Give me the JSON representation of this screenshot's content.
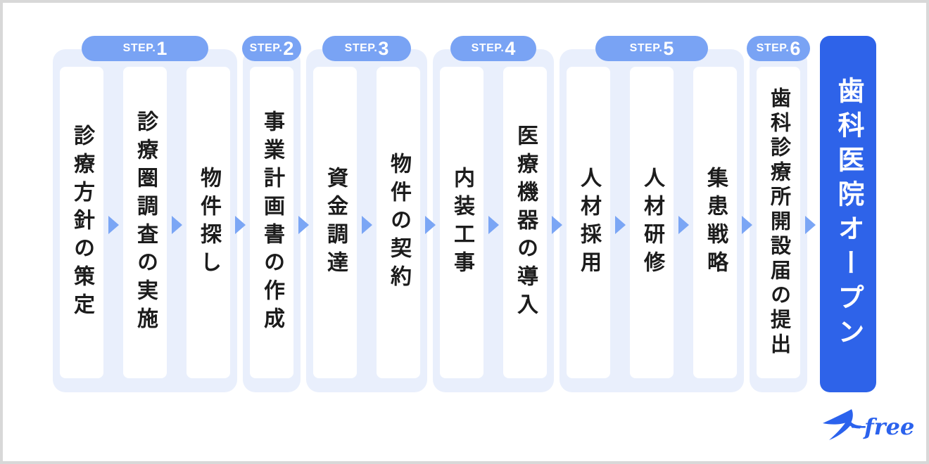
{
  "steps": [
    {
      "prefix": "STEP.",
      "number": "1",
      "items": [
        "診療方針の策定",
        "診療圏調査の実施",
        "物件探し"
      ]
    },
    {
      "prefix": "STEP.",
      "number": "2",
      "items": [
        "事業計画書の作成"
      ]
    },
    {
      "prefix": "STEP.",
      "number": "3",
      "items": [
        "資金調達",
        "物件の契約"
      ]
    },
    {
      "prefix": "STEP.",
      "number": "4",
      "items": [
        "内装工事",
        "医療機器の導入"
      ]
    },
    {
      "prefix": "STEP.",
      "number": "5",
      "items": [
        "人材採用",
        "人材研修",
        "集患戦略"
      ]
    },
    {
      "prefix": "STEP.",
      "number": "6",
      "items": [
        "歯科診療所開設届の提出"
      ]
    }
  ],
  "goal": {
    "label": "歯科医院オープン"
  },
  "logo": {
    "text": "freee",
    "icon": "swallow-icon"
  },
  "colors": {
    "panel": "#e9effc",
    "badge": "#79a3f4",
    "arrow": "#7ba6f5",
    "goal_bg": "#2e63e9",
    "goal_text": "#ffffff",
    "item_text": "#1c1c1c",
    "logo_blue": "#2b62ed",
    "border": "#d8d8d8"
  }
}
